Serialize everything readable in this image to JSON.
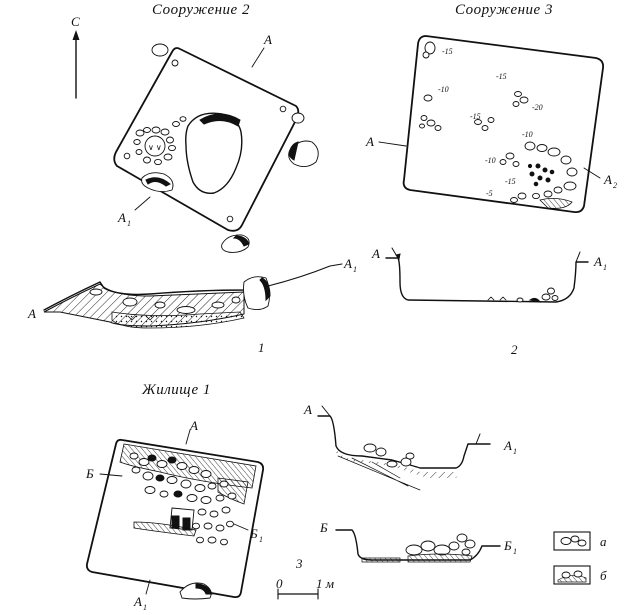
{
  "titles": {
    "s2": "Сооружение 2",
    "s3": "Сооружение 3",
    "zh1": "Жилище 1"
  },
  "north": "С",
  "section_labels": {
    "s2_plan_a": "А",
    "s2_plan_a1": "А",
    "s2_plan_a1_sub": "1",
    "s2_sec_a": "А",
    "s2_sec_a1": "А",
    "s2_sec_a1_sub": "1",
    "s3_plan_a": "А",
    "s3_plan_a2": "А",
    "s3_plan_a2_sub": "2",
    "s3_sec_a": "А",
    "s3_sec_a1": "А",
    "s3_sec_a1_sub": "1",
    "zh_plan_a": "А",
    "zh_plan_a1": "А",
    "zh_plan_a1_sub": "1",
    "zh_plan_b": "Б",
    "zh_plan_b1": "Б",
    "zh_plan_b1_sub": "1",
    "zh_sec_a": "А",
    "zh_sec_a1": "А",
    "zh_sec_a1_sub": "1",
    "zh_sec_b": "Б",
    "zh_sec_b1": "Б",
    "zh_sec_b1_sub": "1"
  },
  "depths": [
    "-15",
    "-10",
    "-15",
    "-20",
    "-15",
    "-10",
    "-10",
    "-15",
    "-5"
  ],
  "figure_numbers": [
    "1",
    "2",
    "3"
  ],
  "scale": {
    "zero": "0",
    "one": "1 м"
  },
  "legend": [
    {
      "key": "а",
      "kind": "stones"
    },
    {
      "key": "б",
      "kind": "hatched-stones"
    }
  ]
}
